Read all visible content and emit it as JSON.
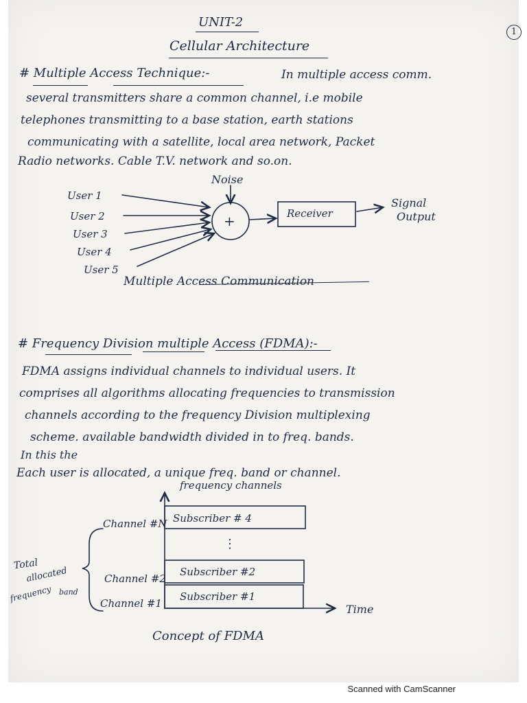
{
  "header": {
    "unit": "UNIT-2",
    "page_number": "1",
    "title": "Cellular Architecture"
  },
  "mac": {
    "heading": "# Multiple Access Technique:-",
    "lines": [
      "In multiple access comm.",
      "several transmitters share a common channel, i.e mobile",
      "telephones transmitting to a base station, earth stations",
      "communicating with a satellite, local area network, Packet",
      "Radio networks. Cable T.V. network and so.on."
    ]
  },
  "diagram1": {
    "users": [
      "User 1",
      "User 2",
      "User 3",
      "User 4",
      "User 5"
    ],
    "noise": "Noise",
    "adder": "+",
    "receiver": "Receiver",
    "output_line1": "Signal",
    "output_line2": "Output",
    "caption": "Multiple Access Communication"
  },
  "fdma": {
    "heading": "# Frequency Division multiple Access (FDMA):-",
    "lines": [
      "FDMA assigns individual channels to individual users. It",
      "comprises all algorithms allocating frequencies to transmission",
      "channels according to the frequency Division multiplexing",
      "scheme. available bandwidth divided in to freq. bands.",
      "In this the",
      "Each user is allocated, a unique freq. band or channel."
    ]
  },
  "diagram2": {
    "y_label": "frequency channels",
    "x_label": "Time",
    "channels": [
      "Channel #N",
      "Channel #2",
      "Channel #1"
    ],
    "subscribers": [
      "Subscriber # 4",
      "Subscriber #2",
      "Subscriber #1"
    ],
    "dots": "⋮",
    "brace_label_line1": "Total",
    "brace_label_line2": "allocated",
    "brace_label_line3": "frequency",
    "brace_label_line4": "band",
    "caption": "Concept of FDMA"
  },
  "footer": "Scanned with CamScanner"
}
